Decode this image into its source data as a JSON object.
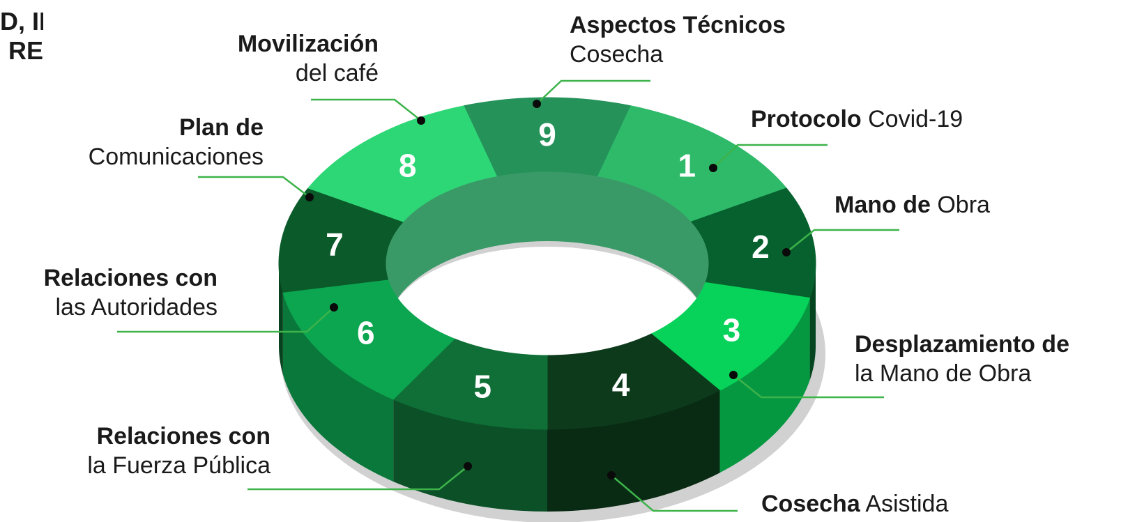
{
  "corner_title": {
    "line1": "D, II",
    "line2": "RE"
  },
  "segments": [
    {
      "number": "1",
      "bold": "Protocolo",
      "normal": "Covid-19"
    },
    {
      "number": "2",
      "bold": "Mano de",
      "normal": "Obra"
    },
    {
      "number": "3",
      "bold": "Desplazamiento de",
      "normal": "la Mano de Obra"
    },
    {
      "number": "4",
      "bold": "Cosecha",
      "normal": "Asistida"
    },
    {
      "number": "5",
      "bold": "Relaciones con",
      "normal": "la Fuerza Pública"
    },
    {
      "number": "6",
      "bold": "Relaciones con",
      "normal": "las Autoridades"
    },
    {
      "number": "7",
      "bold": "Plan de",
      "normal": "Comunicaciones"
    },
    {
      "number": "8",
      "bold": "Movilización",
      "normal": "del café"
    },
    {
      "number": "9",
      "bold": "Aspectos Técnicos",
      "normal": "Cosecha"
    }
  ],
  "colors": {
    "s1": "#2fba6a",
    "s2": "#07612e",
    "s3": "#07d35a",
    "s4": "#0c3a1b",
    "s5": "#0f6f36",
    "s6": "#0ca650",
    "s7": "#0b5a2a",
    "s8": "#2ed776",
    "s9": "#25925a",
    "leader": "#3db34a",
    "dot": "#0a0a0a"
  }
}
